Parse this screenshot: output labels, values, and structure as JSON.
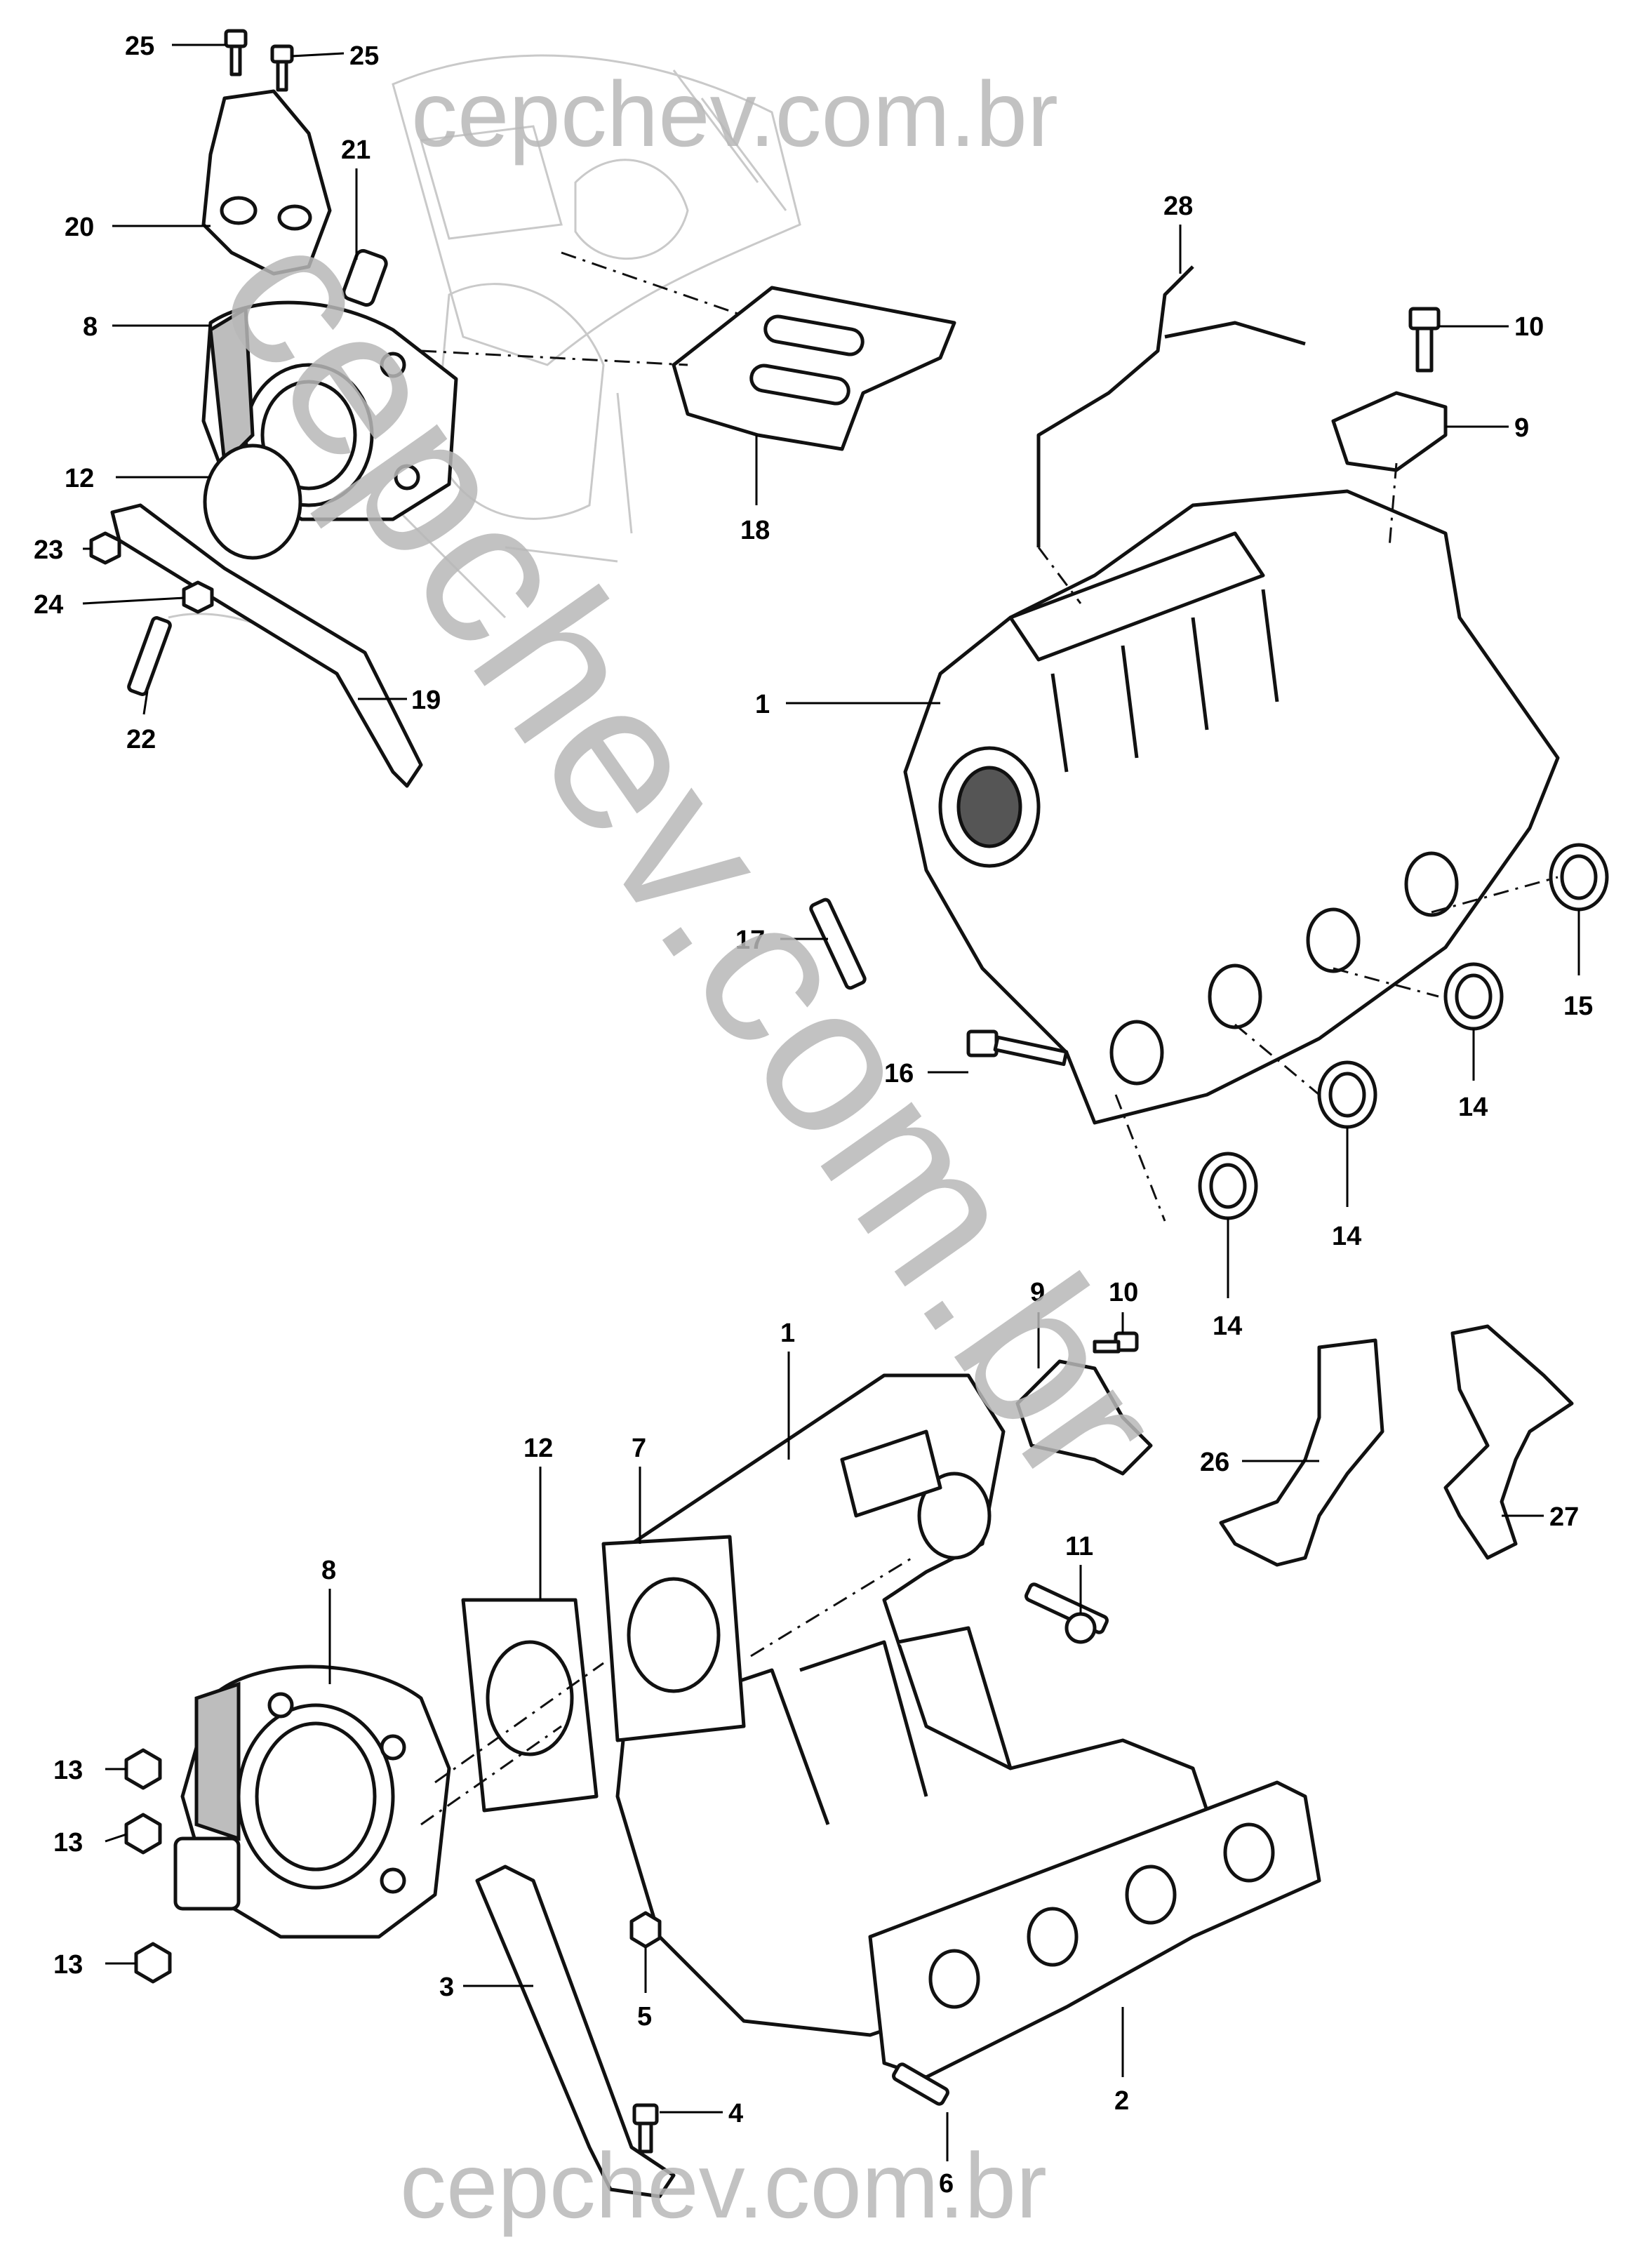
{
  "watermark": {
    "top": "cepchev.com.br",
    "bottom": "cepchev.com.br",
    "diagonal": "cepchev.com.br",
    "color": "#b8b8b8"
  },
  "callouts": [
    {
      "id": "25a",
      "label": "25"
    },
    {
      "id": "25b",
      "label": "25"
    },
    {
      "id": "21",
      "label": "21"
    },
    {
      "id": "20",
      "label": "20"
    },
    {
      "id": "8a",
      "label": "8"
    },
    {
      "id": "12a",
      "label": "12"
    },
    {
      "id": "23",
      "label": "23"
    },
    {
      "id": "24",
      "label": "24"
    },
    {
      "id": "22",
      "label": "22"
    },
    {
      "id": "19",
      "label": "19"
    },
    {
      "id": "18",
      "label": "18"
    },
    {
      "id": "28",
      "label": "28"
    },
    {
      "id": "10a",
      "label": "10"
    },
    {
      "id": "9a",
      "label": "9"
    },
    {
      "id": "1a",
      "label": "1"
    },
    {
      "id": "17",
      "label": "17"
    },
    {
      "id": "16",
      "label": "16"
    },
    {
      "id": "15",
      "label": "15"
    },
    {
      "id": "14a",
      "label": "14"
    },
    {
      "id": "14b",
      "label": "14"
    },
    {
      "id": "14c",
      "label": "14"
    },
    {
      "id": "9b",
      "label": "9"
    },
    {
      "id": "10b",
      "label": "10"
    },
    {
      "id": "1b",
      "label": "1"
    },
    {
      "id": "26",
      "label": "26"
    },
    {
      "id": "27",
      "label": "27"
    },
    {
      "id": "12b",
      "label": "12"
    },
    {
      "id": "7",
      "label": "7"
    },
    {
      "id": "8b",
      "label": "8"
    },
    {
      "id": "11",
      "label": "11"
    },
    {
      "id": "13a",
      "label": "13"
    },
    {
      "id": "13b",
      "label": "13"
    },
    {
      "id": "13c",
      "label": "13"
    },
    {
      "id": "3",
      "label": "3"
    },
    {
      "id": "5",
      "label": "5"
    },
    {
      "id": "4",
      "label": "4"
    },
    {
      "id": "2",
      "label": "2"
    },
    {
      "id": "6",
      "label": "6"
    }
  ]
}
